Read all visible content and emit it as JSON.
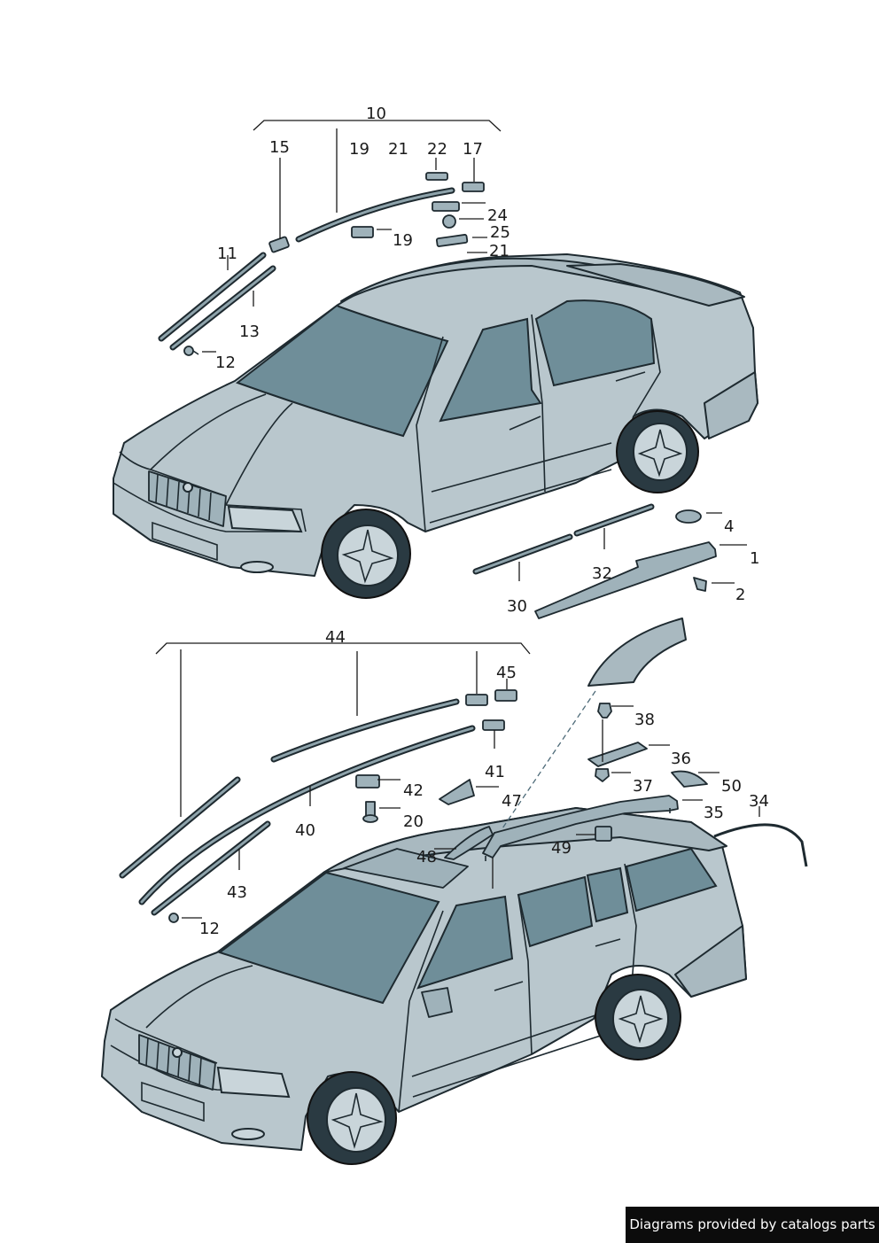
{
  "callouts": {
    "c1": "1",
    "c2": "2",
    "c4": "4",
    "c10": "10",
    "c11": "11",
    "c12a": "12",
    "c12b": "12",
    "c13": "13",
    "c15": "15",
    "c17": "17",
    "c19a": "19",
    "c19b": "19",
    "c20": "20",
    "c21a": "21",
    "c21b": "21",
    "c22": "22",
    "c24": "24",
    "c25": "25",
    "c30": "30",
    "c32": "32",
    "c34": "34",
    "c35": "35",
    "c36": "36",
    "c37": "37",
    "c38": "38",
    "c40": "40",
    "c41": "41",
    "c42": "42",
    "c43": "43",
    "c44": "44",
    "c45": "45",
    "c47": "47",
    "c48": "48",
    "c49": "49",
    "c50": "50"
  },
  "footer": {
    "text": "Diagrams provided by catalogs parts"
  },
  "colors": {
    "body": "#b9c7cd",
    "glass": "#6f8e99",
    "outline": "#1e2a30",
    "footer_bg": "#0c0c0c"
  }
}
